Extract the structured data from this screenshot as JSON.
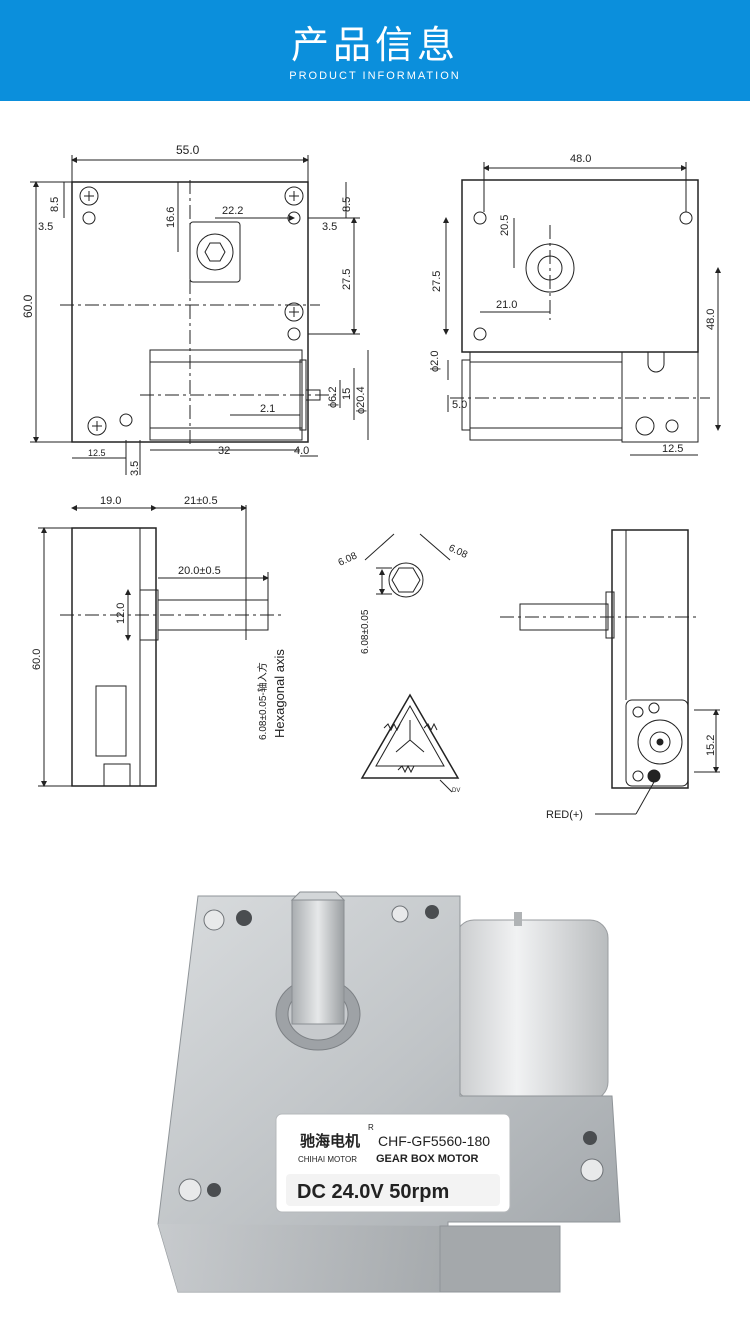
{
  "header": {
    "title": "产品信息",
    "subtitle": "PRODUCT INFORMATION",
    "color": "#0b8fdc"
  },
  "front_view": {
    "dims": [
      "55.0",
      "60.0",
      "8.5",
      "8.5",
      "16.6",
      "22.2",
      "3.5",
      "3.5",
      "27.5",
      "ϕ6.2",
      "15",
      "ϕ20.4",
      "2.1",
      "12.5",
      "32",
      "4.0",
      "3.5"
    ]
  },
  "back_view": {
    "dims": [
      "48.0",
      "20.5",
      "27.5",
      "21.0",
      "48.0",
      "ϕ2.0",
      "5.0",
      "12.5"
    ]
  },
  "side_view": {
    "dims": [
      "19.0",
      "21±0.5",
      "20.0±0.5",
      "12.0",
      "60.0"
    ],
    "axis_note_1": "6.08±0.05-轴入方",
    "axis_note_2": "Hexagonal axis"
  },
  "hex_detail": {
    "dims": [
      "6.08",
      "6.08",
      "6.08±0.05"
    ]
  },
  "schematic": {
    "label": "DV"
  },
  "end_view": {
    "dims": [
      "15.2"
    ],
    "wire_label": "RED(+)"
  },
  "product_label": {
    "brand_cn": "驰海电机",
    "registered": "R",
    "model": "CHF-GF5560-180",
    "brand_en": "CHIHAI MOTOR",
    "type": "GEAR BOX MOTOR",
    "rating": "DC 24.0V 50rpm"
  }
}
